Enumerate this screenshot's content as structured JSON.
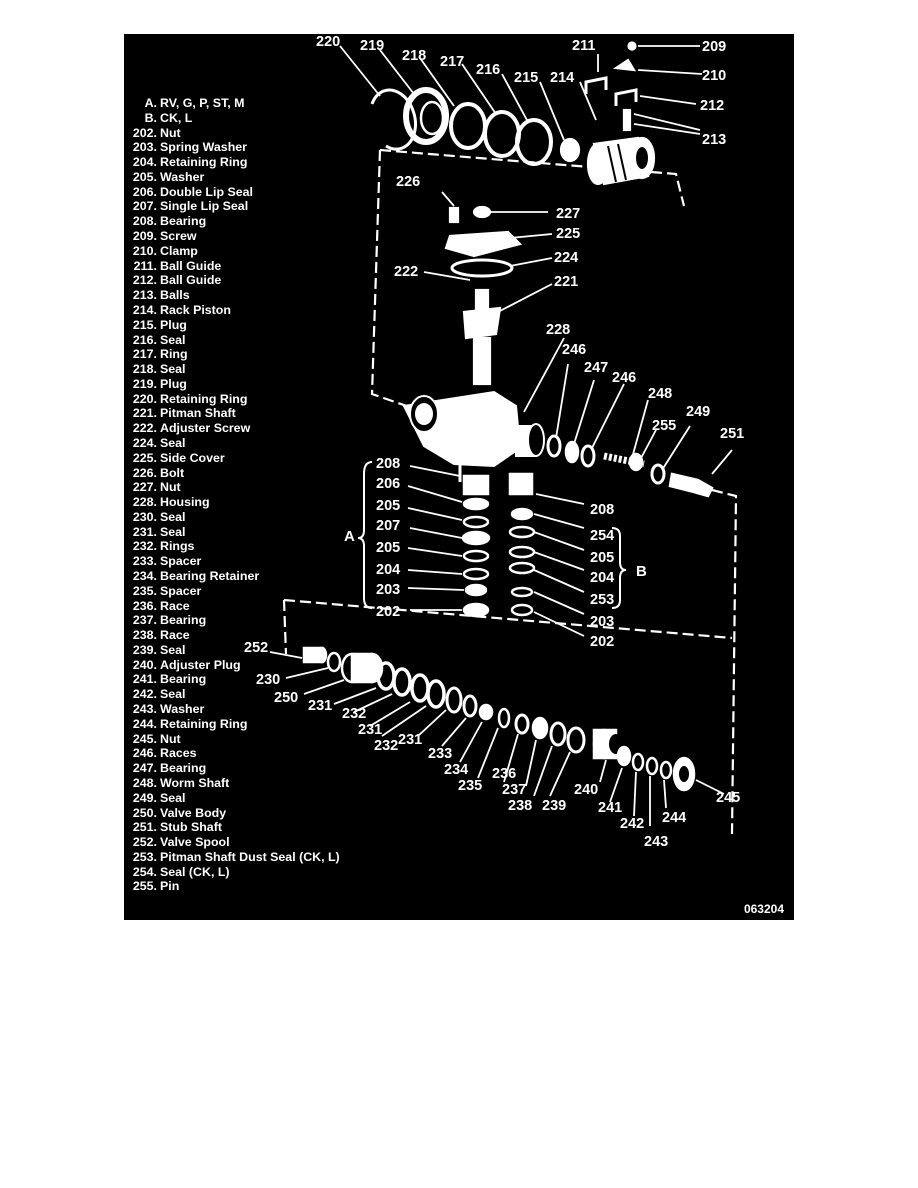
{
  "figure_code": "063204",
  "legend": [
    {
      "num": "A.",
      "text": "RV, G, P, ST, M"
    },
    {
      "num": "B.",
      "text": "CK, L"
    },
    {
      "num": "202.",
      "text": "Nut"
    },
    {
      "num": "203.",
      "text": "Spring Washer"
    },
    {
      "num": "204.",
      "text": "Retaining Ring"
    },
    {
      "num": "205.",
      "text": "Washer"
    },
    {
      "num": "206.",
      "text": "Double Lip Seal"
    },
    {
      "num": "207.",
      "text": "Single Lip Seal"
    },
    {
      "num": "208.",
      "text": "Bearing"
    },
    {
      "num": "209.",
      "text": "Screw"
    },
    {
      "num": "210.",
      "text": "Clamp"
    },
    {
      "num": "211.",
      "text": "Ball Guide"
    },
    {
      "num": "212.",
      "text": "Ball Guide"
    },
    {
      "num": "213.",
      "text": "Balls"
    },
    {
      "num": "214.",
      "text": "Rack Piston"
    },
    {
      "num": "215.",
      "text": "Plug"
    },
    {
      "num": "216.",
      "text": "Seal"
    },
    {
      "num": "217.",
      "text": "Ring"
    },
    {
      "num": "218.",
      "text": "Seal"
    },
    {
      "num": "219.",
      "text": "Plug"
    },
    {
      "num": "220.",
      "text": "Retaining Ring"
    },
    {
      "num": "221.",
      "text": "Pitman Shaft"
    },
    {
      "num": "222.",
      "text": "Adjuster Screw"
    },
    {
      "num": "224.",
      "text": "Seal"
    },
    {
      "num": "225.",
      "text": "Side Cover"
    },
    {
      "num": "226.",
      "text": "Bolt"
    },
    {
      "num": "227.",
      "text": "Nut"
    },
    {
      "num": "228.",
      "text": "Housing"
    },
    {
      "num": "230.",
      "text": "Seal"
    },
    {
      "num": "231.",
      "text": "Seal"
    },
    {
      "num": "232.",
      "text": "Rings"
    },
    {
      "num": "233.",
      "text": "Spacer"
    },
    {
      "num": "234.",
      "text": "Bearing Retainer"
    },
    {
      "num": "235.",
      "text": "Spacer"
    },
    {
      "num": "236.",
      "text": "Race"
    },
    {
      "num": "237.",
      "text": "Bearing"
    },
    {
      "num": "238.",
      "text": "Race"
    },
    {
      "num": "239.",
      "text": "Seal"
    },
    {
      "num": "240.",
      "text": "Adjuster Plug"
    },
    {
      "num": "241.",
      "text": "Bearing"
    },
    {
      "num": "242.",
      "text": "Seal"
    },
    {
      "num": "243.",
      "text": "Washer"
    },
    {
      "num": "244.",
      "text": "Retaining Ring"
    },
    {
      "num": "245.",
      "text": "Nut"
    },
    {
      "num": "246.",
      "text": "Races"
    },
    {
      "num": "247.",
      "text": "Bearing"
    },
    {
      "num": "248.",
      "text": "Worm Shaft"
    },
    {
      "num": "249.",
      "text": "Seal"
    },
    {
      "num": "250.",
      "text": "Valve Body"
    },
    {
      "num": "251.",
      "text": "Stub Shaft"
    },
    {
      "num": "252.",
      "text": "Valve Spool"
    },
    {
      "num": "253.",
      "text": "Pitman Shaft Dust Seal (CK, L)"
    },
    {
      "num": "254.",
      "text": "Seal (CK, L)"
    },
    {
      "num": "255.",
      "text": "Pin"
    }
  ],
  "callouts": {
    "c220": "220",
    "c219": "219",
    "c218": "218",
    "c217": "217",
    "c216": "216",
    "c215": "215",
    "c214": "214",
    "c211": "211",
    "c209": "209",
    "c210": "210",
    "c212": "212",
    "c213": "213",
    "c226": "226",
    "c227": "227",
    "c225": "225",
    "c224": "224",
    "c222": "222",
    "c221": "221",
    "c228": "228",
    "c246a": "246",
    "c247": "247",
    "c246b": "246",
    "c248": "248",
    "c249": "249",
    "c255": "255",
    "c251": "251",
    "lA_208": "208",
    "lA_206": "206",
    "lA_205a": "205",
    "lA_207": "207",
    "lA_205b": "205",
    "lA_204": "204",
    "lA_203": "203",
    "lA_202": "202",
    "rB_208": "208",
    "rB_254": "254",
    "rB_205": "205",
    "rB_204": "204",
    "rB_253": "253",
    "rB_203": "203",
    "rB_202": "202",
    "letterA": "A",
    "letterB": "B",
    "c252": "252",
    "c230": "230",
    "c250": "250",
    "c231a": "231",
    "c232a": "232",
    "c231b": "231",
    "c232b": "232",
    "c231c": "231",
    "c233": "233",
    "c234": "234",
    "c235": "235",
    "c236": "236",
    "c237": "237",
    "c238": "238",
    "c239": "239",
    "c240": "240",
    "c241": "241",
    "c242": "242",
    "c243": "243",
    "c244": "244",
    "c245": "245"
  }
}
